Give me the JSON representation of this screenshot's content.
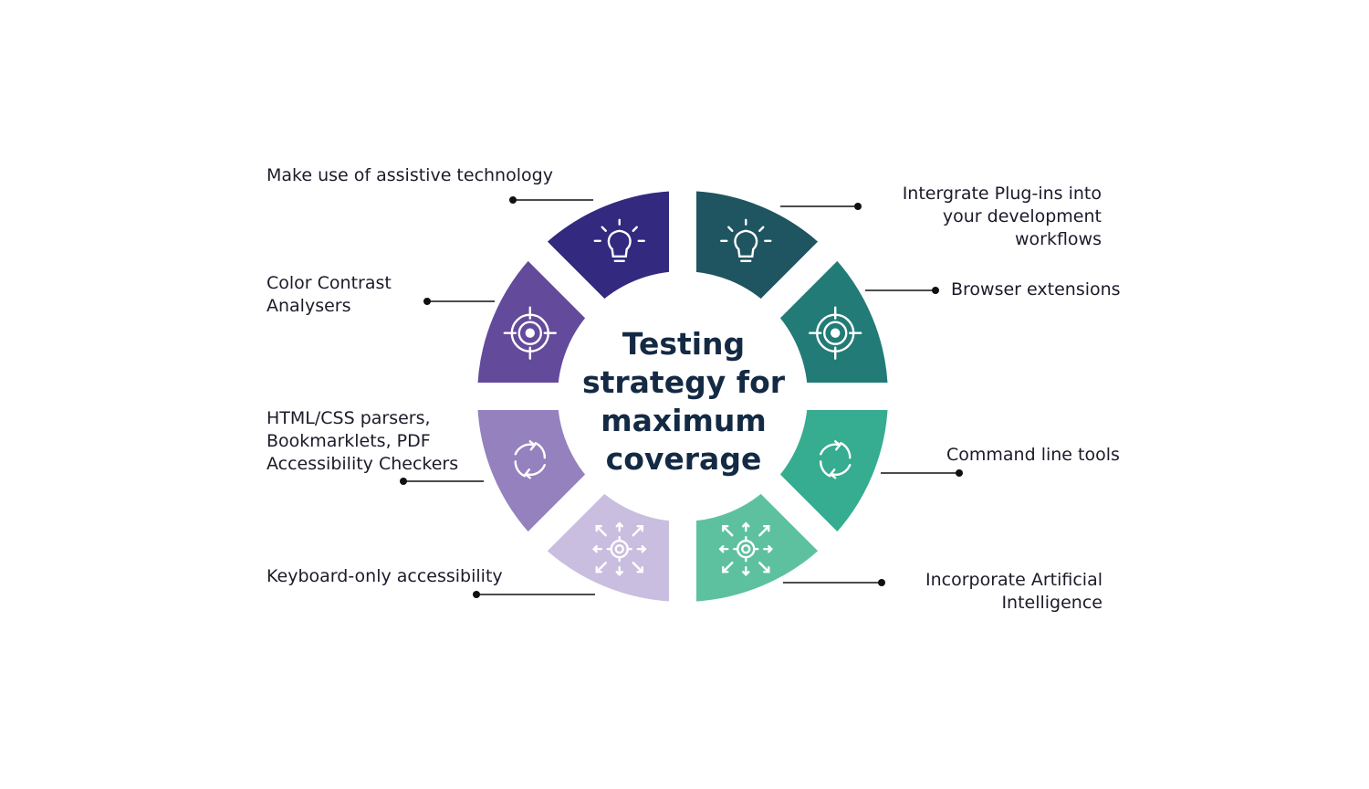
{
  "title": "Testing\nstrategy for\nmaximum\ncoverage",
  "segments": [
    {
      "label": "Make use of assistive technology",
      "color": "#33297f",
      "icon": "lightbulb-icon"
    },
    {
      "label": "Color Contrast\nAnalysers",
      "color": "#644a9b",
      "icon": "target-icon"
    },
    {
      "label": "HTML/CSS parsers,\nBookmarklets, PDF\nAccessibility Checkers",
      "color": "#9581bd",
      "icon": "refresh-icon"
    },
    {
      "label": "Keyboard-only accessibility",
      "color": "#c9bedf",
      "icon": "gear-arrows-icon"
    },
    {
      "label": "Intergrate Plug-ins into\nyour development\nworkflows",
      "color": "#1f5560",
      "icon": "lightbulb-icon"
    },
    {
      "label": "Browser extensions",
      "color": "#227b77",
      "icon": "target-icon"
    },
    {
      "label": "Command line tools",
      "color": "#36ac90",
      "icon": "refresh-icon"
    },
    {
      "label": "Incorporate Artificial\nIntelligence",
      "color": "#5dc19f",
      "icon": "gear-arrows-icon"
    }
  ]
}
